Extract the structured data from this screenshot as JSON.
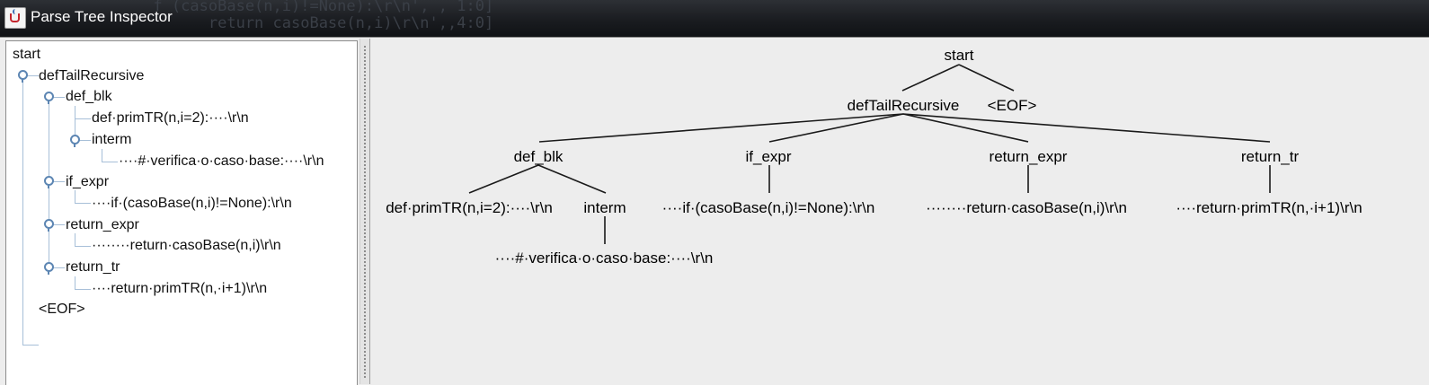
{
  "window": {
    "title": "Parse Tree Inspector"
  },
  "tree_view": {
    "rows": [
      {
        "label": "start"
      },
      {
        "label": "defTailRecursive"
      },
      {
        "label": "def_blk"
      },
      {
        "label": "def·primTR(n,i=2):····\\r\\n"
      },
      {
        "label": "interm"
      },
      {
        "label": "····#·verifica·o·caso·base:····\\r\\n"
      },
      {
        "label": "if_expr"
      },
      {
        "label": "····if·(casoBase(n,i)!=None):\\r\\n"
      },
      {
        "label": "return_expr"
      },
      {
        "label": "········return·casoBase(n,i)\\r\\n"
      },
      {
        "label": "return_tr"
      },
      {
        "label": "····return·primTR(n,·i+1)\\r\\n"
      },
      {
        "label": "<EOF>"
      }
    ]
  },
  "graph": {
    "nodes": {
      "start": "start",
      "defTailRecursive": "defTailRecursive",
      "eof": "<EOF>",
      "def_blk": "def_blk",
      "if_expr": "if_expr",
      "return_expr": "return_expr",
      "return_tr": "return_tr",
      "def_text": "def·primTR(n,i=2):····\\r\\n",
      "interm": "interm",
      "if_text": "····if·(casoBase(n,i)!=None):\\r\\n",
      "return_expr_text": "········return·casoBase(n,i)\\r\\n",
      "return_tr_text": "····return·primTR(n,·i+1)\\r\\n",
      "comment_text": "····#·verifica·o·caso·base:····\\r\\n"
    }
  },
  "icons": {
    "app": "java-cup-icon",
    "expand": "tree-handle-icon"
  }
}
